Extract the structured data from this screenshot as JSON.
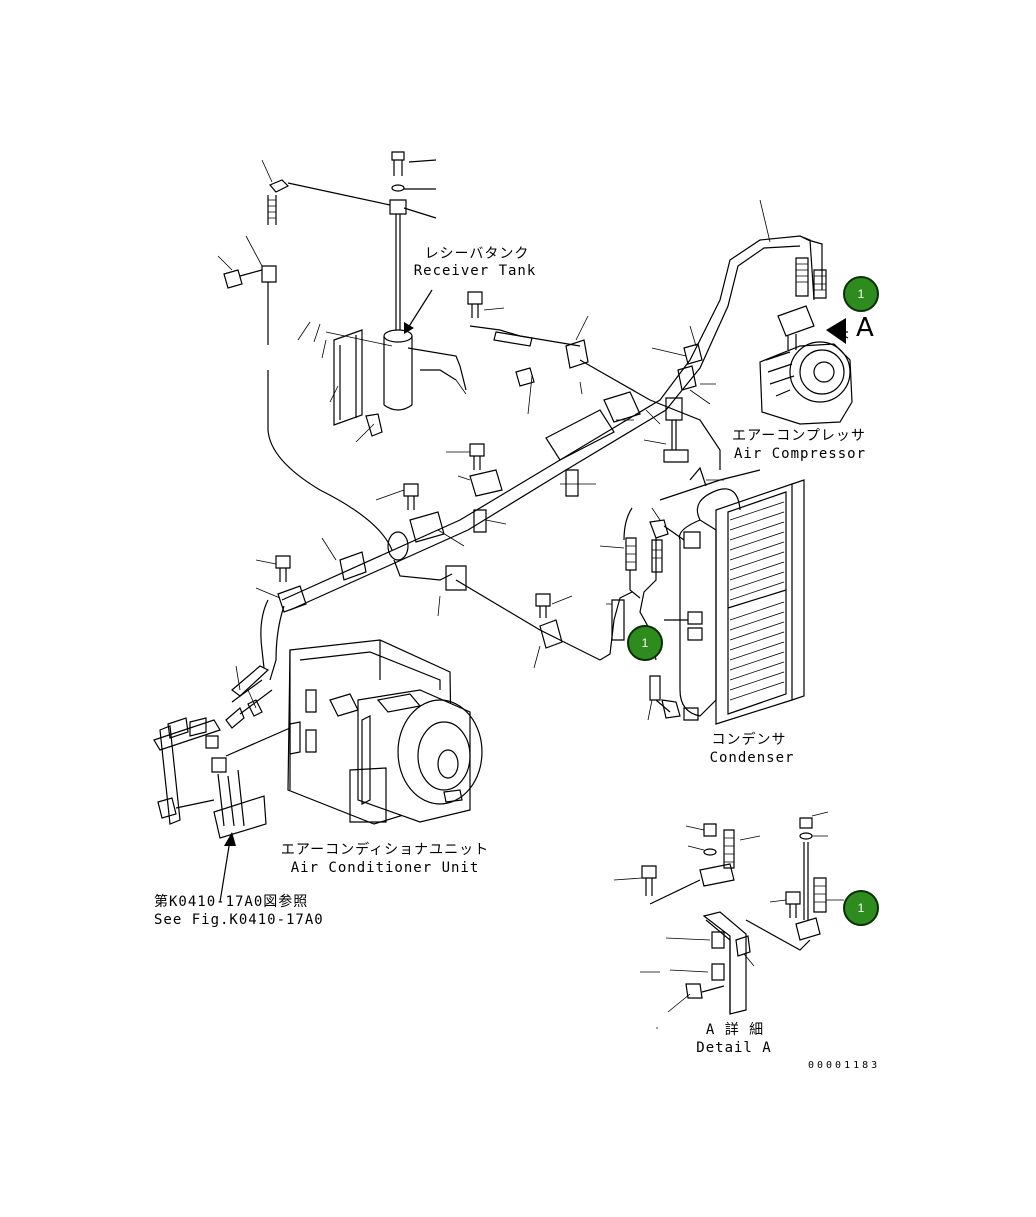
{
  "labels": {
    "receiver_tank_jp": "レシーバタンク",
    "receiver_tank_en": "Receiver Tank",
    "air_compressor_jp": "エアーコンプレッサ",
    "air_compressor_en": "Air Compressor",
    "condenser_jp": "コンデンサ",
    "condenser_en": "Condenser",
    "ac_unit_jp": "エアーコンディショナユニット",
    "ac_unit_en": "Air Conditioner Unit",
    "see_fig_jp": "第K0410-17A0図参照",
    "see_fig_en": "See Fig.K0410-17A0",
    "detail_view_letter": "A",
    "detail_a_jp": "A 詳 細",
    "detail_a_en": "Detail A",
    "drawing_number": "00001183"
  },
  "callouts": [
    {
      "id": "callout-compressor",
      "label": "1"
    },
    {
      "id": "callout-condenser",
      "label": "1"
    },
    {
      "id": "callout-detail",
      "label": "1"
    }
  ],
  "colors": {
    "callout_fill": "#2e8b1e",
    "line": "#000000",
    "background": "#ffffff"
  }
}
